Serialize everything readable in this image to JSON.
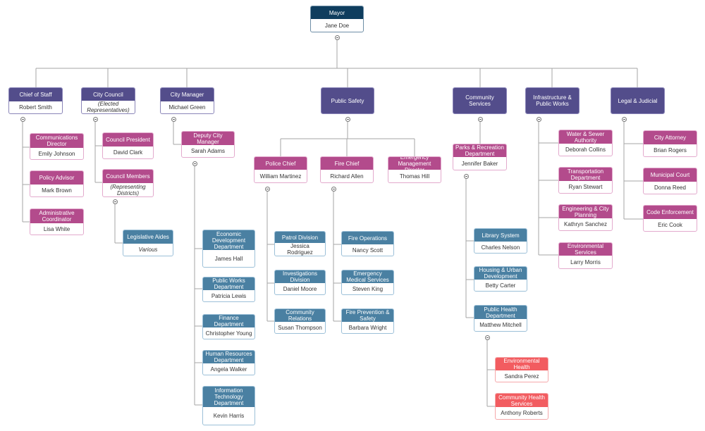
{
  "styles": {
    "executive": {
      "header": "#0f3d5e",
      "border": "#6e8ea6"
    },
    "division": {
      "header": "#534d8b",
      "border": "#8a85b8"
    },
    "office": {
      "header": "#b34b8c",
      "border": "#e3aacd"
    },
    "department": {
      "header": "#4a80a2",
      "border": "#9cc0d8"
    },
    "health": {
      "header": "#f25c60",
      "border": "#f5a8aa"
    }
  },
  "nodes": [
    {
      "id": "mayor",
      "title": "Mayor",
      "name": "Jane Doe",
      "style": "executive",
      "collapsible": true
    },
    {
      "id": "cos",
      "title": "Chief of Staff",
      "name": "Robert Smith",
      "style": "division",
      "collapsible": true
    },
    {
      "id": "council",
      "title": "City Council",
      "name": "(Elected Representatives)",
      "italic": true,
      "style": "division",
      "collapsible": true
    },
    {
      "id": "cm",
      "title": "City Manager",
      "name": "Michael Green",
      "style": "division",
      "collapsible": true
    },
    {
      "id": "ps",
      "title": "Public Safety",
      "style": "division",
      "collapsible": true
    },
    {
      "id": "cs",
      "title": "Community Services",
      "style": "division",
      "collapsible": true
    },
    {
      "id": "ipw",
      "title": "Infrastructure & Public Works",
      "style": "division",
      "collapsible": true
    },
    {
      "id": "legal",
      "title": "Legal & Judicial",
      "style": "division",
      "collapsible": true
    },
    {
      "id": "comm",
      "title": "Communications Director",
      "name": "Emily Johnson",
      "style": "office"
    },
    {
      "id": "policy",
      "title": "Policy Advisor",
      "name": "Mark Brown",
      "style": "office"
    },
    {
      "id": "admin",
      "title": "Administrative Coordinator",
      "name": "Lisa White",
      "style": "office"
    },
    {
      "id": "pres",
      "title": "Council President",
      "name": "David Clark",
      "style": "office"
    },
    {
      "id": "members",
      "title": "Council Members",
      "name": "(Representing Districts)",
      "italic": true,
      "style": "office",
      "collapsible": true
    },
    {
      "id": "aides",
      "title": "Legislative Aides",
      "name": "Various",
      "italic": true,
      "style": "department"
    },
    {
      "id": "dcm",
      "title": "Deputy City Manager",
      "name": "Sarah Adams",
      "style": "office",
      "collapsible": true
    },
    {
      "id": "econ",
      "title": "Economic Development Department",
      "name": "James Hall",
      "style": "department"
    },
    {
      "id": "pwd",
      "title": "Public Works Department",
      "name": "Patricia Lewis",
      "style": "department"
    },
    {
      "id": "fin",
      "title": "Finance Department",
      "name": "Christopher Young",
      "style": "department"
    },
    {
      "id": "hr",
      "title": "Human Resources Department",
      "name": "Angela Walker",
      "style": "department"
    },
    {
      "id": "it",
      "title": "Information Technology Department",
      "name": "Kevin Harris",
      "style": "department"
    },
    {
      "id": "police",
      "title": "Police Chief",
      "name": "William Martinez",
      "style": "office",
      "collapsible": true
    },
    {
      "id": "fire",
      "title": "Fire Chief",
      "name": "Richard Allen",
      "style": "office",
      "collapsible": true
    },
    {
      "id": "ema",
      "title": "Emergency Management Director",
      "name": "Thomas Hill",
      "style": "office"
    },
    {
      "id": "patrol",
      "title": "Patrol Division",
      "name": "Jessica Rodriguez",
      "style": "department"
    },
    {
      "id": "invest",
      "title": "Investigations Division",
      "name": "Daniel Moore",
      "style": "department"
    },
    {
      "id": "commrel",
      "title": "Community Relations",
      "name": "Susan Thompson",
      "style": "department"
    },
    {
      "id": "fireops",
      "title": "Fire Operations",
      "name": "Nancy Scott",
      "style": "department"
    },
    {
      "id": "ems",
      "title": "Emergency Medical Services",
      "name": "Steven King",
      "style": "department"
    },
    {
      "id": "fireprev",
      "title": "Fire Prevention & Safety",
      "name": "Barbara Wright",
      "style": "department"
    },
    {
      "id": "parks",
      "title": "Parks & Recreation Department",
      "name": "Jennifer Baker",
      "style": "office",
      "collapsible": true
    },
    {
      "id": "library",
      "title": "Library System",
      "name": "Charles Nelson",
      "style": "department"
    },
    {
      "id": "housing",
      "title": "Housing & Urban Development",
      "name": "Betty Carter",
      "style": "department"
    },
    {
      "id": "pubhealth",
      "title": "Public Health Department",
      "name": "Matthew Mitchell",
      "style": "department",
      "collapsible": true
    },
    {
      "id": "envhealth",
      "title": "Environmental Health",
      "name": "Sandra Perez",
      "style": "health"
    },
    {
      "id": "commhealth",
      "title": "Community Health Services",
      "name": "Anthony Roberts",
      "style": "health"
    },
    {
      "id": "water",
      "title": "Water & Sewer Authority",
      "name": "Deborah Collins",
      "style": "office"
    },
    {
      "id": "transport",
      "title": "Transportation Department",
      "name": "Ryan Stewart",
      "style": "office"
    },
    {
      "id": "eng",
      "title": "Engineering & City Planning",
      "name": "Kathryn Sanchez",
      "style": "office"
    },
    {
      "id": "envserv",
      "title": "Environmental Services",
      "name": "Larry Morris",
      "style": "office"
    },
    {
      "id": "attorney",
      "title": "City Attorney",
      "name": "Brian Rogers",
      "style": "office"
    },
    {
      "id": "court",
      "title": "Municipal Court",
      "name": "Donna Reed",
      "style": "office"
    },
    {
      "id": "code",
      "title": "Code Enforcement",
      "name": "Eric Cook",
      "style": "office"
    }
  ]
}
